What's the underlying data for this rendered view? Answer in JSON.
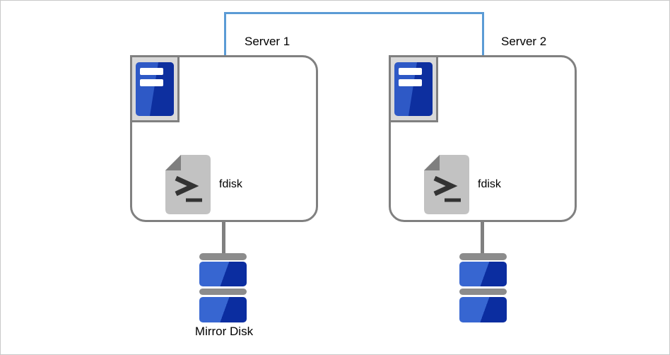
{
  "servers": [
    {
      "label": "Server 1",
      "tool": "fdisk"
    },
    {
      "label": "Server 2",
      "tool": "fdisk"
    }
  ],
  "disks": [
    {
      "label": "Mirror Disk"
    },
    {
      "label": ""
    }
  ],
  "icons": {
    "server": "server-tower-icon",
    "tool": "terminal-file-icon",
    "disk": "disk-stack-icon",
    "link": "network-link-line"
  },
  "colors": {
    "link_blue": "#5b9bd5",
    "shape_gray": "#808080",
    "icon_bg_gray": "#d9d9d9",
    "tower_light": "#2e59c6",
    "tower_dark": "#0d2f9f",
    "doc_gray": "#c2c2c2",
    "doc_fold": "#7f7f7f",
    "glyph_dark": "#333333",
    "disk_bar_gray": "#8c8c8c",
    "disk_light": "#3766d1",
    "disk_dark": "#0b2da0",
    "canvas_border": "#c9c9c9",
    "text": "#000000"
  }
}
